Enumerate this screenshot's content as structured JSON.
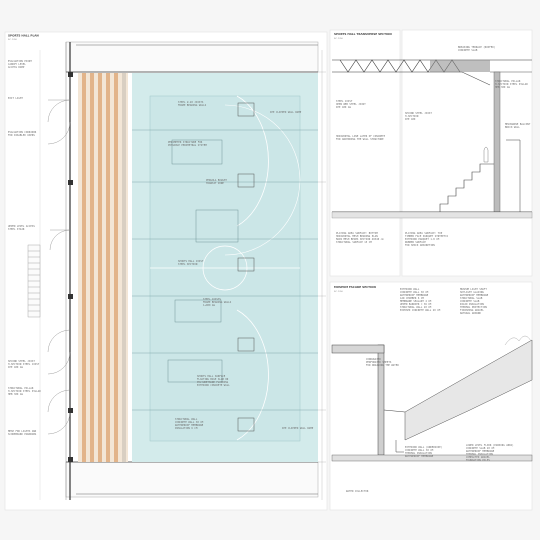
{
  "plan": {
    "title": "SPORTS HALL PLAN",
    "scale": "SC. 1/50",
    "left_notes": [
      "EVACUATION POINT\nCANOPY LEVEL\nACCESS RAMP",
      "EXIT LIGHT",
      "EVACUATION CORRIDOR\nFOR DISABLED USERS",
      "UPPER LEVEL ACCESS\nSTEEL STAIR",
      "SECOND STEEL JOIST\nH-SECTION STEEL JOIST\nIPE 400 mm",
      "STRUCTURAL PILLAR\nH-SECTION STEEL PILLAR\nHEB 300 mm",
      "MESH FOR LIGHTS AND\nSCOREBOARD PANORAMA"
    ],
    "court_notes": [
      "STEEL U-20 JOISTS\nFRAME BEARING WALLS",
      "IPE CLIPPED WALL RAMP",
      "PERIMETER STRUCTURE FOR\nPOSSIBLE PERIMETRAL SYSTEM",
      "PERGOLA BOUGHT\nTRANSIT ZONE",
      "SPORTS HALL JOIST\nSTEEL SECTION",
      "STEEL JOISTS\nFRAME BEARING WALLS\n1+900 mm",
      "SPORTS HALL SURFACE\nFLOATING BASE SLAB ON\nPOLYURETHANE FLOORING\nEXTERIOR CONCRETE WALL",
      "STRUCTURAL WALL\nCONCRETE WALL 30 CM\nWATERPROOF MEMBRANE\nINSULATION 6 CM",
      "IPE CLIPPED WALL RAMP"
    ]
  },
  "sections": {
    "transverse_title": "SPORTS HALL TRANSVERSE SECTION",
    "transverse_scale": "SC. 1/50",
    "t_notes": [
      "STEEL JOIST\nOPEN WEB STEEL JOIST\nIPE 400 mm",
      "HORIZONTAL LINE LAYER OF CONCRETE\nFOR ANCHORING THE WALL STRUCTURE",
      "PLAYING AREA SURFACE: BOTTOM\nHORIZONTAL MESH BEARING PLAN\nMAIN MESH BEAMS SECTION 40X40 cm\nSTRUCTURAL SURFACE 15 CM",
      "PLAYING AREA SURFACE: TOP\nTIMBER FACE PARQUET SYNTHETIC\nEXTERIOR PARQUET 1.8 CM\nRUBBER SURFACE\nFOR SHOCK ABSORPTION",
      "BREAKING TERRACE (ROOFED)\nCONCRETE SLAB",
      "STRUCTURAL PILLAR\nH-SECTION STEEL PILLAR\nHEB 300 mm",
      "SECOND STEEL JOIST\nH-SECTION\nIPE 400",
      "MEZZANINE BALCONY\nBRICK WALL"
    ],
    "facade_title": "MUSEUM FACADE SECTION",
    "facade_scale": "SC. 1/50",
    "f_notes": [
      "EXTERIOR WALL\nCONCRETE WALL 30 CM\nWATERPROOF MEMBRANE\nAIR CHAMBER 6 CM\nMEMBRANE SEALANT 4 CM\nUPPER BARRIER = 36 CM\nSTRUCTURAL WALL 20 CM\nEXPOSED CONCRETE WALL 20 CM",
      "MUSEUM LIGHT SHAFT\nSKYLIGHT GLAZING\nWATERPROOF MEMBRANE\nSTRUCTURAL SLAB\nCONCRETE SLAB\nRIGID INSULATION\nTHERMAL PROTECTION\nFINISHING GRAVEL\nNATURAL GROUND",
      "CORRUGATED\nPERFORATED SHEETS\nFOR DRAINING THE WATER",
      "EXTERIOR WALL (UNDERSIDE)\nCONCRETE WALL 30 CM\nTHERMAL INSULATION\nWATERPROOF MEMBRANE",
      "LOWER LEVEL FLOOR (PARKING AREA)\nCONCRETE SLAB 20 CM\nWATERPROOF MEMBRANE\nTHERMAL INSULATION\nCOMPACTED GRAVEL\nFOUNDATION PILES",
      "WATER COLLECTOR"
    ]
  }
}
